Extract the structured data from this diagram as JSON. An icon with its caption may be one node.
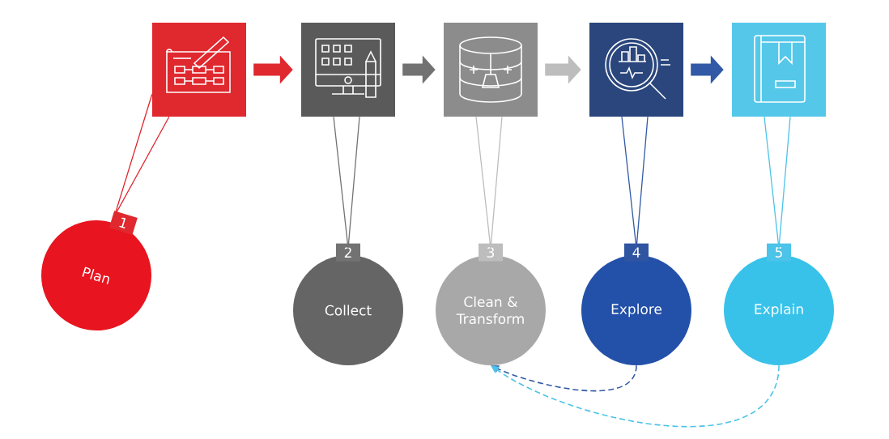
{
  "diagram": {
    "nodes": [
      {
        "text": [],
        "shape": "box"
      },
      {
        "text": [],
        "shape": "box"
      },
      {
        "text": [],
        "shape": "box"
      },
      {
        "text": [],
        "shape": "box"
      },
      {
        "text": [],
        "shape": "box"
      },
      {
        "text": [
          "1",
          "Plan"
        ]
      },
      {
        "text": [
          "2",
          "Collect"
        ]
      },
      {
        "text": [
          "3",
          "Clean & Transform"
        ]
      },
      {
        "text": [
          "4",
          "Explore"
        ]
      },
      {
        "text": [
          "5",
          "Explain"
        ]
      }
    ],
    "edges": [
      {
        "from": 0,
        "to": 1,
        "arrow": "to",
        "style": "thick",
        "color": "#e0282f"
      },
      {
        "from": 1,
        "to": 2,
        "arrow": "to",
        "style": "thick",
        "color": "#727272"
      },
      {
        "from": 2,
        "to": 3,
        "arrow": "to",
        "style": "thick",
        "color": "#bdbdbd"
      },
      {
        "from": 3,
        "to": 4,
        "arrow": "to",
        "style": "thick",
        "color": "#3259a6"
      },
      {
        "from": 0,
        "to": 5,
        "arrow": "none",
        "color": "#e0282f"
      },
      {
        "from": 1,
        "to": 6,
        "arrow": "none",
        "color": "#727272"
      },
      {
        "from": 2,
        "to": 7,
        "arrow": "none",
        "color": "#bdbdbd"
      },
      {
        "from": 3,
        "to": 8,
        "arrow": "none",
        "color": "#3259a6"
      },
      {
        "from": 4,
        "to": 9,
        "arrow": "none",
        "color": "#4cc3e8"
      },
      {
        "from": 8,
        "to": 7,
        "arrow": "to",
        "style": "dashed",
        "color": "#3259a6"
      },
      {
        "from": 9,
        "to": 7,
        "arrow": "to",
        "style": "dashed",
        "color": "#4cc3e8"
      }
    ]
  }
}
